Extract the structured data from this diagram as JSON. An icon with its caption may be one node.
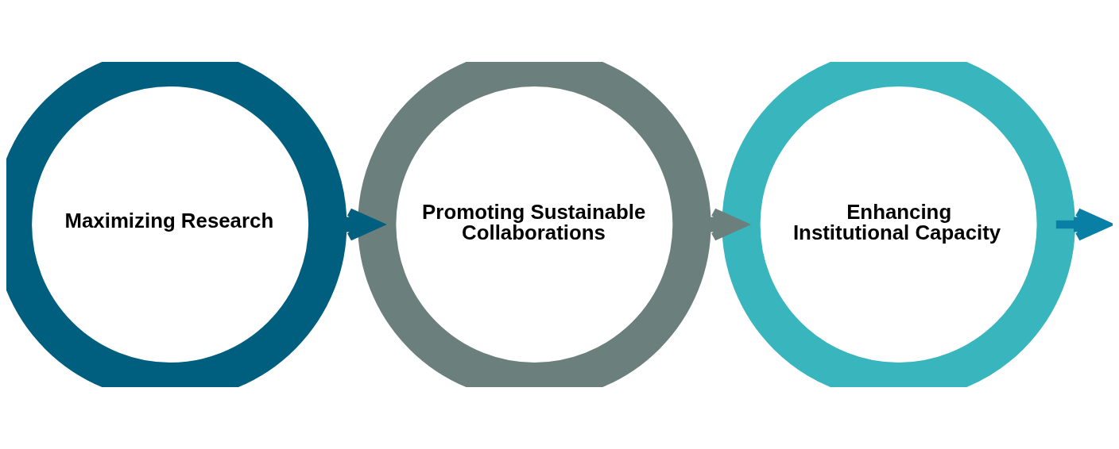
{
  "diagram": {
    "nodes": [
      {
        "text": [
          "Maximizing Research"
        ]
      },
      {
        "text": [
          "Promoting Sustainable Collaborations"
        ]
      },
      {
        "text": [
          "Enhancing Institutional Capacity"
        ]
      }
    ],
    "edges": [
      {
        "from": 0,
        "to": 1,
        "arrow": "to",
        "color": "#005f7f"
      },
      {
        "from": 1,
        "to": 2,
        "arrow": "to",
        "color": "#6b7f7c"
      },
      {
        "from": 2,
        "to": null,
        "arrow": "to",
        "color": "#0a7fa6"
      }
    ]
  }
}
